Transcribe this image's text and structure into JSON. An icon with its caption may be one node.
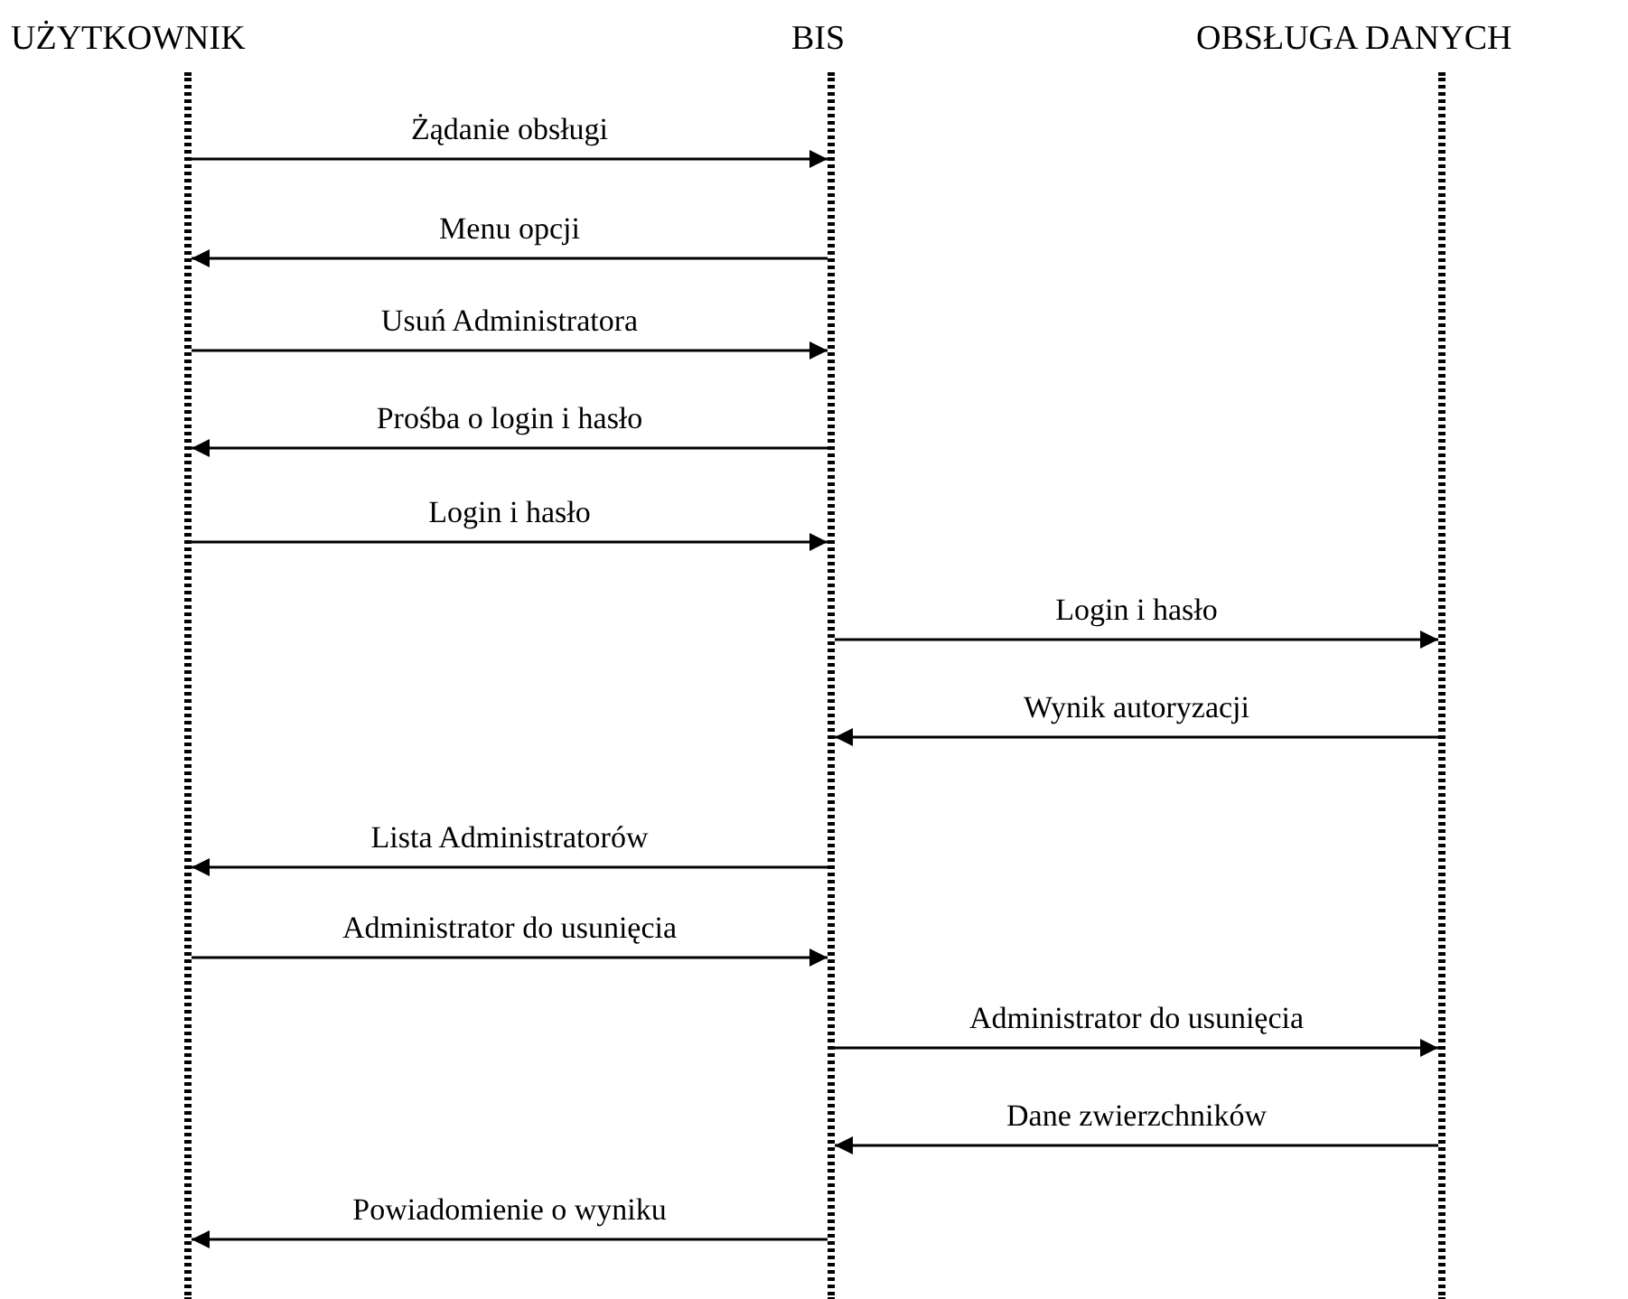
{
  "diagram": {
    "nodes": [
      {
        "text": [
          "UŻYTKOWNIK"
        ]
      },
      {
        "text": [
          "BIS"
        ]
      },
      {
        "text": [
          "OBSŁUGA DANYCH"
        ]
      },
      {
        "text": [],
        "shape": "line"
      },
      {
        "text": [],
        "shape": "line"
      },
      {
        "text": [],
        "shape": "line"
      }
    ],
    "edges": [
      {
        "from": 3,
        "to": 4,
        "arrow": "to",
        "label": "Żądanie obsługi"
      },
      {
        "from": 4,
        "to": 3,
        "arrow": "to",
        "label": "Menu opcji"
      },
      {
        "from": 3,
        "to": 4,
        "arrow": "to",
        "label": "Usuń Administratora"
      },
      {
        "from": 4,
        "to": 3,
        "arrow": "to",
        "label": "Prośba o login i hasło"
      },
      {
        "from": 3,
        "to": 4,
        "arrow": "to",
        "label": "Login i hasło"
      },
      {
        "from": 4,
        "to": 5,
        "arrow": "to",
        "label": "Login i hasło"
      },
      {
        "from": 5,
        "to": 4,
        "arrow": "to",
        "label": "Wynik autoryzacji"
      },
      {
        "from": 4,
        "to": 3,
        "arrow": "to",
        "label": "Lista Administratorów"
      },
      {
        "from": 3,
        "to": 4,
        "arrow": "to",
        "label": "Administrator do usunięcia"
      },
      {
        "from": 4,
        "to": 5,
        "arrow": "to",
        "label": "Administrator do usunięcia"
      },
      {
        "from": 5,
        "to": 4,
        "arrow": "to",
        "label": "Dane zwierzchników"
      },
      {
        "from": 4,
        "to": 3,
        "arrow": "to",
        "label": "Powiadomienie o wyniku"
      }
    ]
  }
}
